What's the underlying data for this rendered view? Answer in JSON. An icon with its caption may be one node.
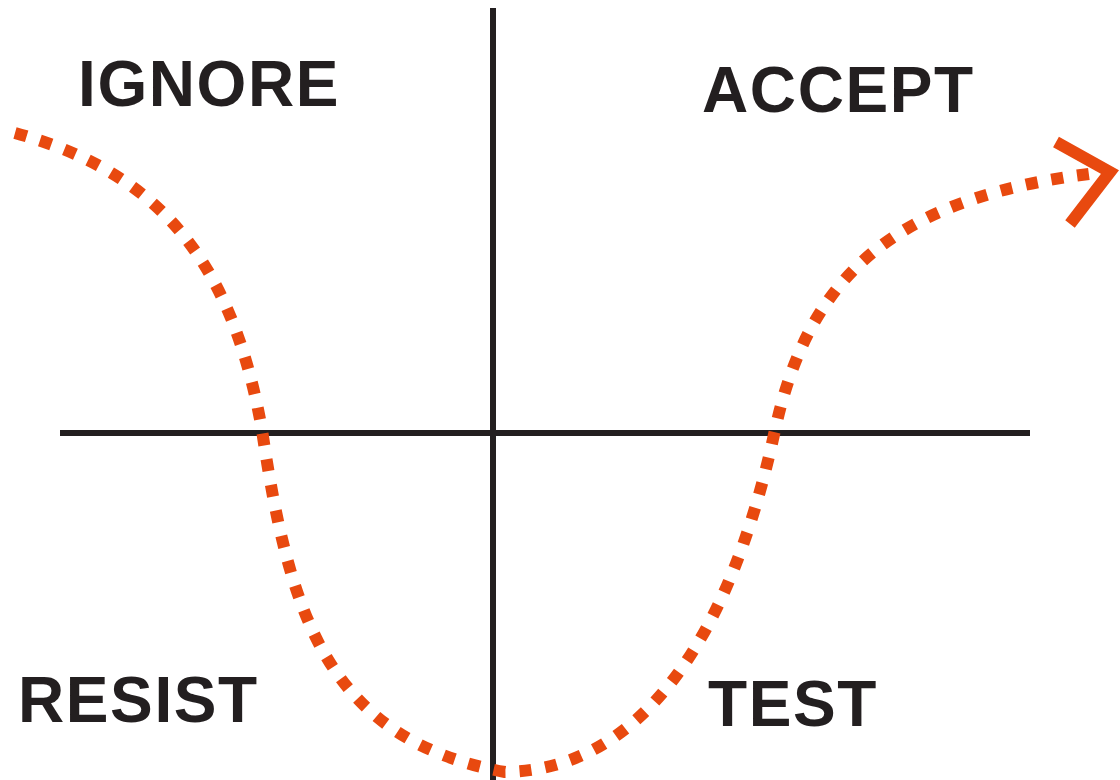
{
  "diagram": {
    "labels": [
      "IGNORE",
      "ACCEPT",
      "RESIST",
      "TEST"
    ]
  }
}
